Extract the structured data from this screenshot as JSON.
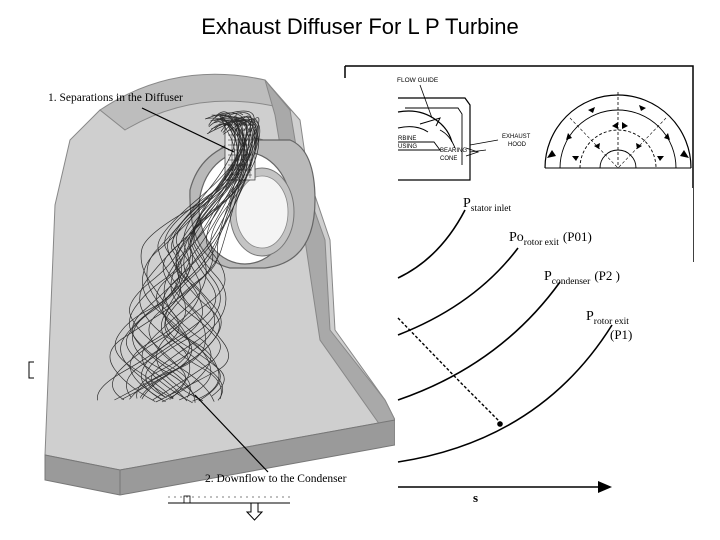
{
  "slide": {
    "title": "Exhaust Diffuser For L P Turbine"
  },
  "cfd_figure": {
    "callout_1": "1. Separations in the Diffuser",
    "callout_2": "2. Downflow to the Condenser"
  },
  "schematic": {
    "label_flow_guide": "FLOW GUIDE",
    "label_exhaust": "EXHAUST",
    "label_hood": "HOOD",
    "label_bearing": "BEARING",
    "label_cone": "CONE",
    "label_rbine": "RBINE",
    "label_using": "USING"
  },
  "ts_diagram": {
    "x_axis_label": "s",
    "curves": [
      {
        "main": "P",
        "sub": "stator inlet",
        "extra": ""
      },
      {
        "main": "Po",
        "sub": "rotor exit",
        "extra": "(P01)"
      },
      {
        "main": "P",
        "sub": "condenser",
        "extra": "(P2 )"
      },
      {
        "main": "P",
        "sub": "rotor exit",
        "extra": "(P1)"
      }
    ]
  },
  "colors": {
    "ink": "#000000",
    "housing_light": "#d2d2d2",
    "housing_mid": "#b4b4b4",
    "housing_dark": "#8c8c8c"
  }
}
